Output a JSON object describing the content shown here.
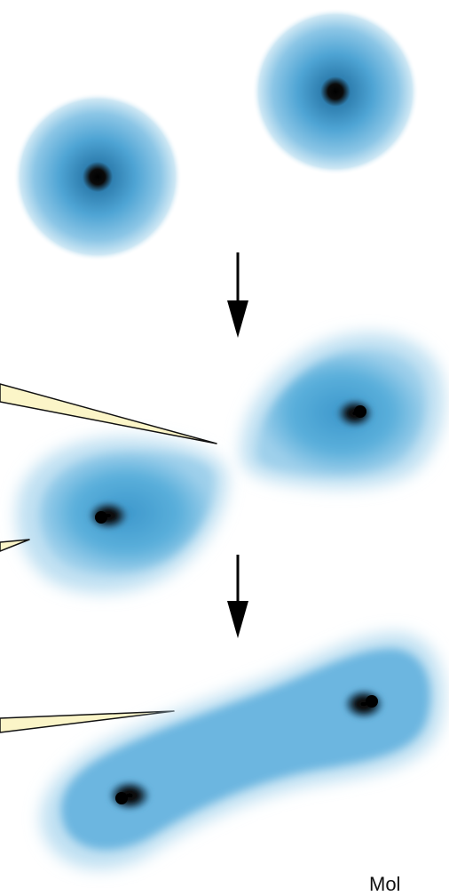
{
  "diagram": {
    "stages": [
      {
        "name": "separate-atoms"
      },
      {
        "name": "approaching-atoms"
      },
      {
        "name": "molecule"
      }
    ],
    "caption_fragment": "Mol",
    "colors": {
      "electron_cloud": "#4ea4d4",
      "electron_cloud_light": "#bfe0f2",
      "nucleus": "#000000",
      "arrow": "#000000",
      "pointer_fill": "#fbf5c8",
      "pointer_stroke": "#111111"
    }
  }
}
